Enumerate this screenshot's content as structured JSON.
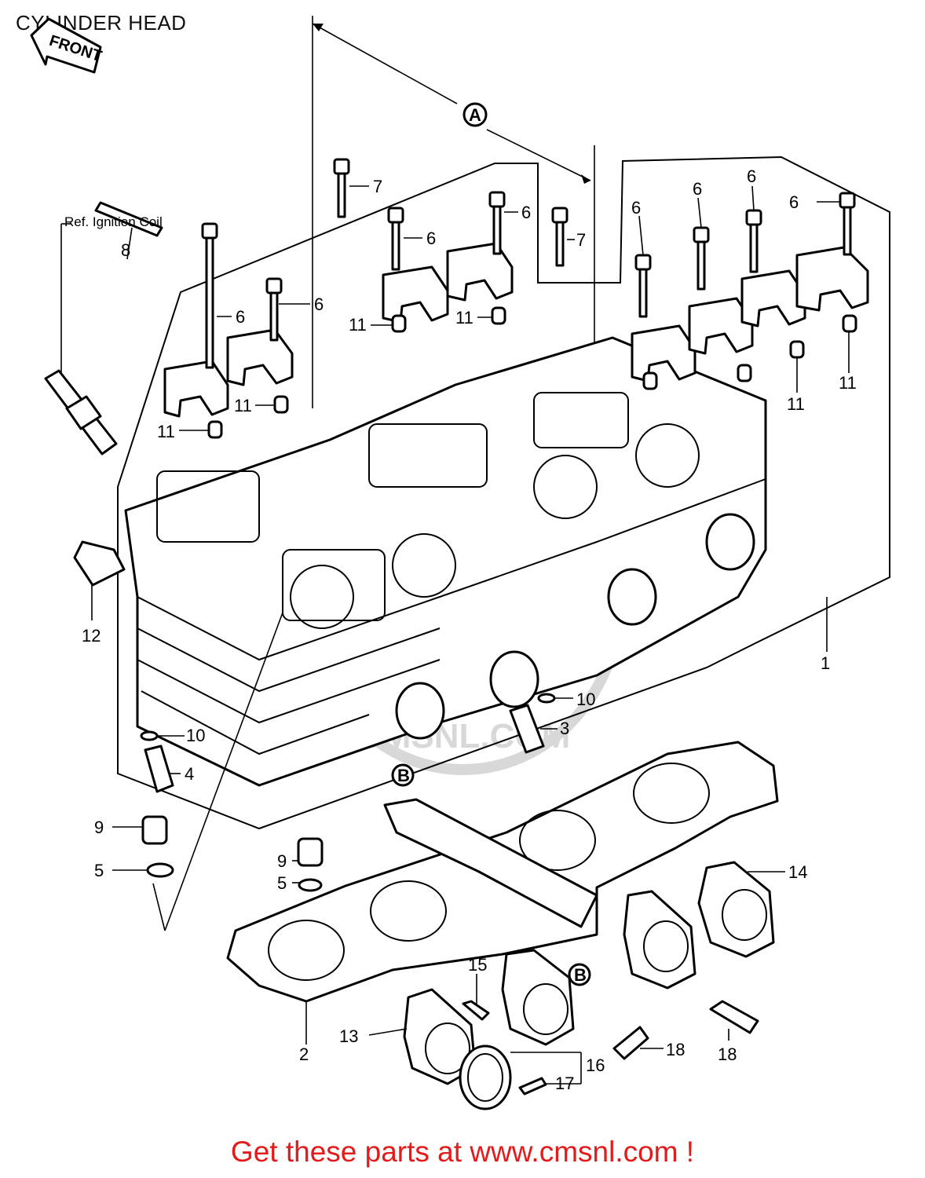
{
  "title": "CYLINDER HEAD",
  "footer": "Get these parts at www.cmsnl.com !",
  "watermark": "CMSNL.COM",
  "reference_label": "Ref. Ignition Coil",
  "front_label": "FRONT",
  "callouts": {
    "A": "A",
    "B_top": "B",
    "B_bottom": "B"
  },
  "parts": {
    "p1": "1",
    "p2": "2",
    "p3": "3",
    "p4": "4",
    "p5a": "5",
    "p5b": "5",
    "p6a": "6",
    "p6b": "6",
    "p6c": "6",
    "p6d": "6",
    "p6e": "6",
    "p6f": "6",
    "p6g": "6",
    "p6h": "6",
    "p7a": "7",
    "p7b": "7",
    "p8": "8",
    "p9a": "9",
    "p9b": "9",
    "p10a": "10",
    "p10b": "10",
    "p11a": "11",
    "p11b": "11",
    "p11c": "11",
    "p11d": "11",
    "p11e": "11",
    "p11f": "11",
    "p12": "12",
    "p13": "13",
    "p14": "14",
    "p15": "15",
    "p16": "16",
    "p17": "17",
    "p18a": "18",
    "p18b": "18"
  }
}
